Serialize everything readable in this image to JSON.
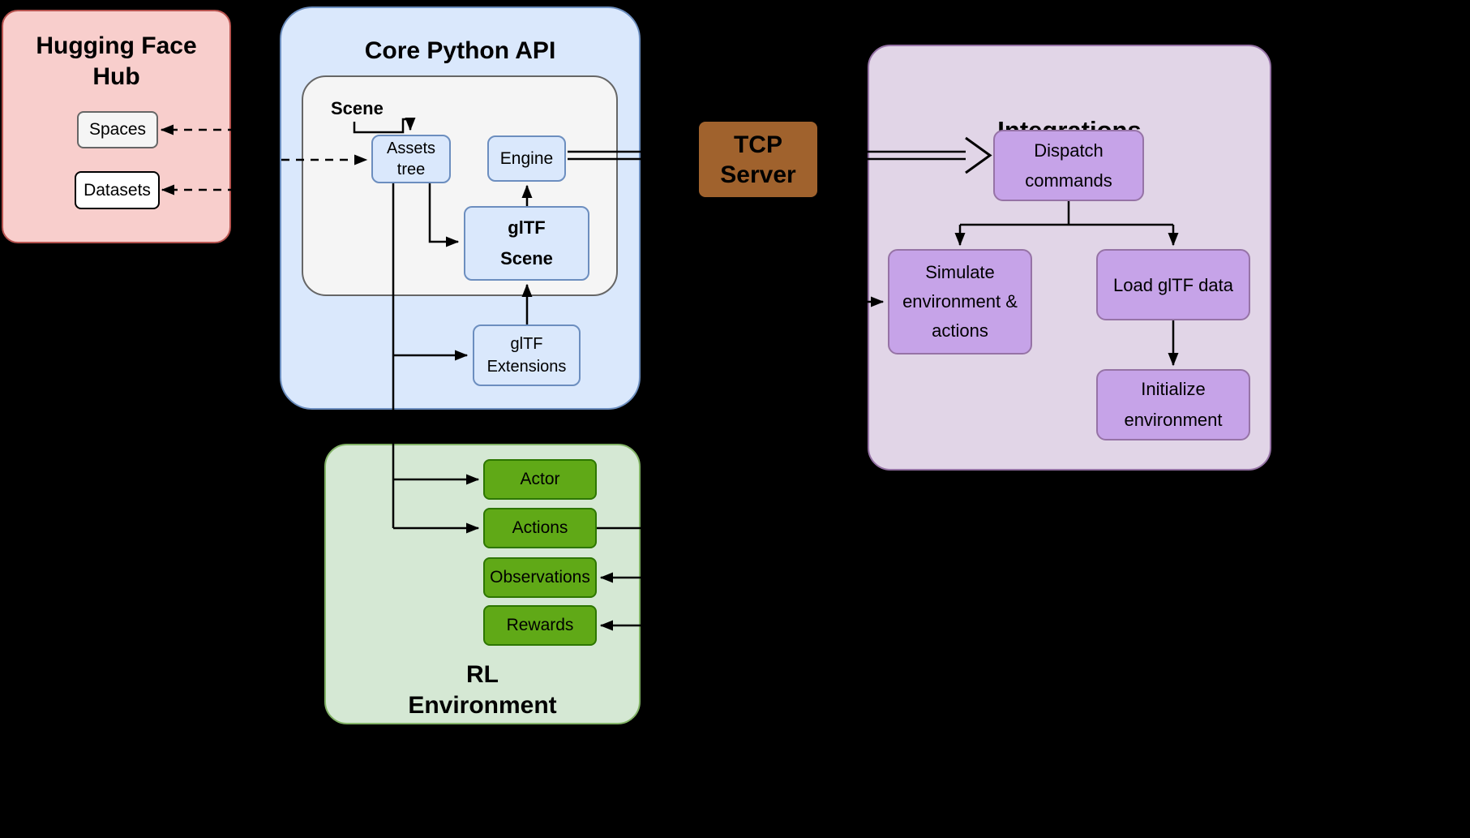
{
  "colors": {
    "background": "#000000",
    "line": "#000000",
    "hub_fill": "#F8CECC",
    "hub_stroke": "#B85450",
    "blue_fill": "#DAE8FC",
    "blue_stroke": "#6C8EBF",
    "gray_fill": "#F5F5F5",
    "gray_stroke": "#666666",
    "brown_fill": "#A0622D",
    "purple_container_fill": "#E1D5E7",
    "purple_container_stroke": "#9673A6",
    "purple_node_fill": "#C6A3E8",
    "green_container_fill": "#D5E8D4",
    "green_container_stroke": "#82B366",
    "green_node_fill": "#60A917",
    "green_node_stroke": "#2D7600"
  },
  "hub": {
    "title": "Hugging Face\nHub",
    "spaces": "Spaces",
    "datasets": "Datasets"
  },
  "core_api": {
    "title": "Core Python API",
    "scene_label": "Scene",
    "assets_tree": "Assets\ntree",
    "engine": "Engine",
    "gltf_scene": "glTF\nScene",
    "gltf_extensions": "glTF\nExtensions"
  },
  "tcp_server": {
    "label": "TCP\nServer"
  },
  "integrations": {
    "title": "Integrations",
    "dispatch": "Dispatch\ncommands",
    "simulate": "Simulate\nenvironment &\nactions",
    "load_gltf": "Load glTF data",
    "initialize": "Initialize\nenvironment"
  },
  "rl_env": {
    "title": "RL\nEnvironment",
    "actor": "Actor",
    "actions": "Actions",
    "observations": "Observations",
    "rewards": "Rewards"
  }
}
